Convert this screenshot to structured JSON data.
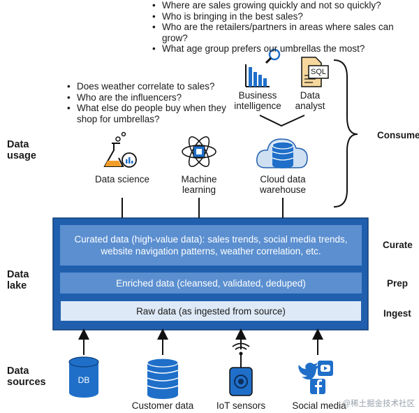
{
  "questions_top": [
    "Where are sales growing quickly and not so quickly?",
    "Who is bringing in the best sales?",
    "Who are the retailers/partners in areas where sales can grow?",
    "What age group prefers our umbrellas the most?"
  ],
  "questions_mid": [
    "Does weather correlate to sales?",
    "Who are the influencers?",
    "What else do people buy when they shop for umbrellas?"
  ],
  "consumers_top": {
    "bi": "Business intelligence",
    "analyst": "Data analyst",
    "sql_tag": "SQL"
  },
  "consumers": {
    "science": "Data science",
    "ml": "Machine learning",
    "warehouse": "Cloud data warehouse"
  },
  "layers": {
    "curated": "Curated data (high-value data): sales trends, social media trends, website navigation patterns, weather correlation, etc.",
    "enriched": "Enriched data (cleansed, validated, deduped)",
    "raw": "Raw data (as ingested from source)"
  },
  "left_labels": {
    "usage": "Data usage",
    "lake": "Data lake",
    "sources": "Data sources"
  },
  "right_labels": {
    "consume": "Consume",
    "curate": "Curate",
    "prep": "Prep",
    "ingest": "Ingest"
  },
  "sources": {
    "db_icon_text": "DB",
    "customer": "Customer data",
    "iot": "IoT sensors",
    "social": "Social media"
  },
  "watermark": "@稀土掘金技术社区",
  "colors": {
    "lake_outline": "#1f5fae",
    "lake_fill": "#5b8fd0",
    "raw_fill": "#dde9f6",
    "icon_blue": "#1f6fc9",
    "accent_orange": "#f29d2a"
  }
}
